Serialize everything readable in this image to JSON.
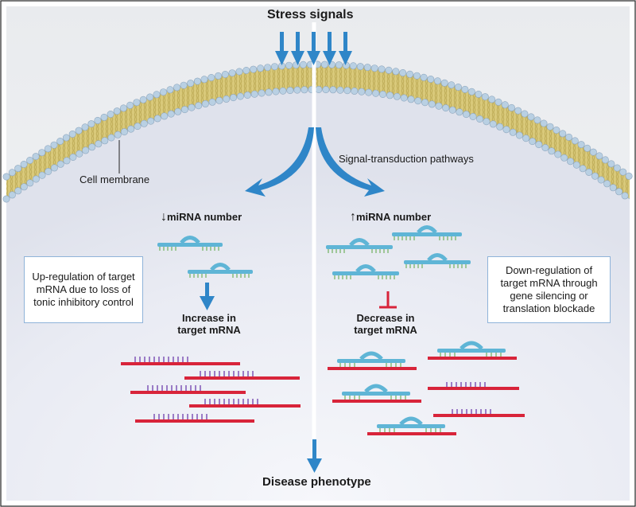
{
  "labels": {
    "title": "Stress signals",
    "cell_membrane": "Cell membrane",
    "signal_pathways": "Signal-transduction pathways",
    "left_mirna": "miRNA number",
    "right_mirna": "miRNA number",
    "left_arrow_symbol": "↓",
    "right_arrow_symbol": "↑",
    "left_box": "Up-regulation of target mRNA due to loss of tonic inhibitory control",
    "right_box": "Down-regulation of target mRNA through gene silencing or translation blockade",
    "increase": "Increase in target mRNA",
    "decrease": "Decrease in target mRNA",
    "phenotype": "Disease phenotype"
  },
  "colors": {
    "arrow_blue": "#2f86c8",
    "mrna_red": "#d8243a",
    "mirna_blue": "#5fb5d6",
    "inhibit_red": "#d8243a",
    "membrane_head": "#b9d0e3",
    "membrane_core": "#d9c97a",
    "cytoplasm": "#e7e9f2",
    "box_border": "#8fb3d9"
  }
}
